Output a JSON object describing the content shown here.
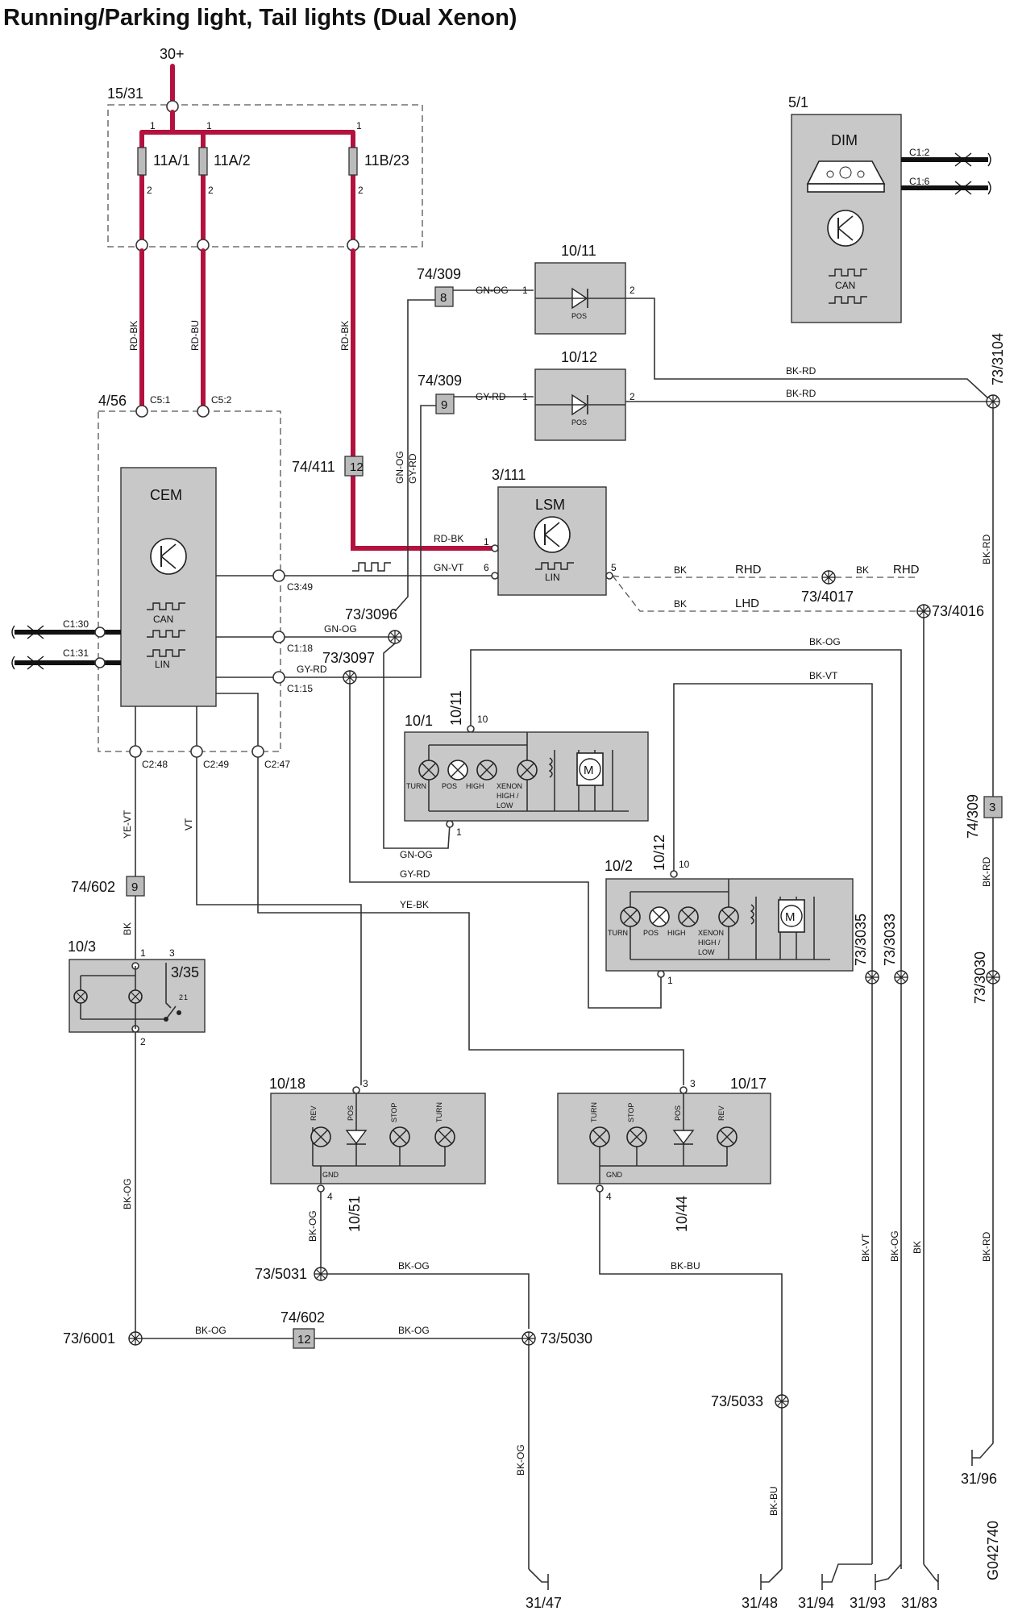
{
  "title": "Running/Parking light, Tail lights (Dual Xenon)",
  "drawing_id": "G042740",
  "power": {
    "supply": "30+",
    "fuse_box": "15/31"
  },
  "fuses": [
    {
      "id": "11A/1",
      "pin_in": "1",
      "pin_out": "2"
    },
    {
      "id": "11A/2",
      "pin_in": "1",
      "pin_out": "2"
    },
    {
      "id": "11B/23",
      "pin_in": "1",
      "pin_out": "2"
    }
  ],
  "modules": {
    "dim": {
      "ref": "5/1",
      "name": "DIM",
      "bus": "CAN",
      "pins": [
        "C1:2",
        "C1:6"
      ]
    },
    "cem": {
      "ref": "4/56",
      "name": "CEM",
      "bus_labels": [
        "CAN",
        "LIN"
      ],
      "pins": [
        "C5:1",
        "C5:2",
        "C3:49",
        "C1:18",
        "C1:15",
        "C1:30",
        "C1:31",
        "C2:48",
        "C2:49",
        "C2:47"
      ]
    },
    "lsm": {
      "ref": "3/111",
      "name": "LSM",
      "bus": "LIN",
      "pins": [
        "1",
        "6",
        "5"
      ]
    }
  },
  "pos_lamps": [
    {
      "ref": "10/11",
      "label": "POS",
      "pins": [
        "1",
        "2"
      ]
    },
    {
      "ref": "10/12",
      "label": "POS",
      "pins": [
        "1",
        "2"
      ]
    }
  ],
  "headlamps": [
    {
      "ref": "10/1",
      "lamps": [
        "TURN",
        "POS",
        "HIGH",
        "XENON",
        "HIGH /",
        "LOW"
      ],
      "pin_top": "10",
      "pin_bottom": "1",
      "conn": "10/11"
    },
    {
      "ref": "10/2",
      "lamps": [
        "TURN",
        "POS",
        "HIGH",
        "XENON",
        "HIGH /",
        "LOW"
      ],
      "pin_top": "10",
      "pin_bottom": "1",
      "conn": "10/12"
    }
  ],
  "switch_module": {
    "ref": "10/3",
    "switch": "3/35",
    "pins": [
      "1",
      "2",
      "3",
      "1",
      "2"
    ]
  },
  "tail_lamps": [
    {
      "ref": "10/18",
      "lamps": [
        "REV",
        "POS",
        "STOP",
        "TURN"
      ],
      "gnd": "GND",
      "pin_in": "3",
      "pin_gnd": "4",
      "conn": "10/51"
    },
    {
      "ref": "10/17",
      "lamps": [
        "TURN",
        "STOP",
        "POS",
        "REV"
      ],
      "gnd": "GND",
      "pin_in": "3",
      "pin_gnd": "4",
      "conn": "10/44"
    }
  ],
  "connectors": [
    {
      "ref": "74/309",
      "pin": "8"
    },
    {
      "ref": "74/309",
      "pin": "9"
    },
    {
      "ref": "74/411",
      "pin": "12"
    },
    {
      "ref": "74/602",
      "pin": "9"
    },
    {
      "ref": "74/602",
      "pin": "12"
    },
    {
      "ref": "74/309",
      "pin": "3"
    }
  ],
  "splices": [
    "73/3104",
    "73/3096",
    "73/3097",
    "73/4017",
    "73/4016",
    "73/3035",
    "73/3033",
    "73/3030",
    "73/5031",
    "73/6001",
    "73/5030",
    "73/5033"
  ],
  "grounds": [
    "31/47",
    "31/48",
    "31/94",
    "31/93",
    "31/83",
    "31/96"
  ],
  "wires": {
    "rd_bk": "RD-BK",
    "rd_bu": "RD-BU",
    "gn_og": "GN-OG",
    "gy_rd": "GY-RD",
    "gn_vt": "GN-VT",
    "bk_rd": "BK-RD",
    "bk": "BK",
    "bk_og": "BK-OG",
    "bk_vt": "BK-VT",
    "ye_vt": "YE-VT",
    "vt": "VT",
    "ye_bk": "YE-BK",
    "bk_bu": "BK-BU"
  },
  "lsm_variants": {
    "rhd": "RHD",
    "lhd": "LHD"
  },
  "colors": {
    "power_wire": "#b3123f",
    "module_fill": "#c8c8c8",
    "wire": "#333333"
  }
}
